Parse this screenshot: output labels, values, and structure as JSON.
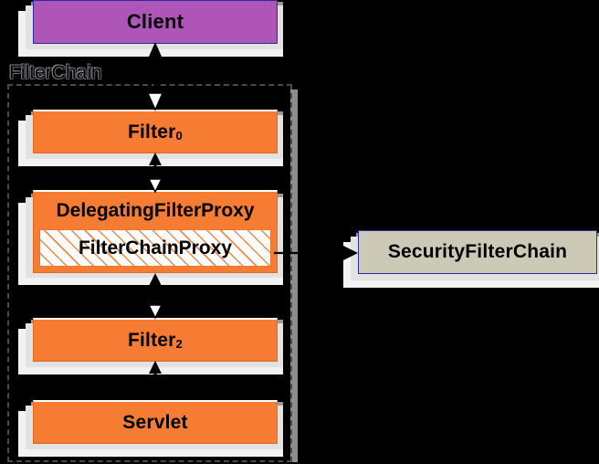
{
  "diagram": {
    "title": "Spring Security FilterChain / DelegatingFilterProxy",
    "background_color": "#000000",
    "colors": {
      "filter_orange": "#f57c32",
      "client_purple": "#b055b8",
      "security_tan": "#cdc9b7",
      "border_blue": "#2b2b9e",
      "shadow_grey": "#9a9a9a",
      "shadow_white": "#f2f2f2",
      "dashed_border": "#4a4a4a",
      "hatch_orange": "#f08a45",
      "text_black": "#000000"
    },
    "container": {
      "label": "FilterChain",
      "style": "dashed"
    },
    "nodes": [
      {
        "id": "client",
        "label": "Client",
        "sub": "",
        "style": "purple"
      },
      {
        "id": "filter0",
        "label": "Filter",
        "sub": "0",
        "style": "orange"
      },
      {
        "id": "dfp",
        "label": "DelegatingFilterProxy",
        "sub": "",
        "style": "orange"
      },
      {
        "id": "fcp",
        "label": "FilterChainProxy",
        "sub": "",
        "style": "hatched"
      },
      {
        "id": "filter2",
        "label": "Filter",
        "sub": "2",
        "style": "orange"
      },
      {
        "id": "servlet",
        "label": "Servlet",
        "sub": "",
        "style": "orange"
      },
      {
        "id": "securitychain",
        "label": "SecurityFilterChain",
        "sub": "",
        "style": "tan"
      }
    ],
    "edges": [
      {
        "from": "filter0",
        "to": "client",
        "type": "bidirectional-vertical"
      },
      {
        "from": "filter0",
        "to": "dfp",
        "type": "bidirectional-vertical"
      },
      {
        "from": "dfp",
        "to": "filter2",
        "type": "bidirectional-vertical"
      },
      {
        "from": "filter2",
        "to": "servlet",
        "type": "bidirectional-vertical"
      },
      {
        "from": "fcp",
        "to": "securitychain",
        "type": "directed-horizontal"
      }
    ]
  }
}
